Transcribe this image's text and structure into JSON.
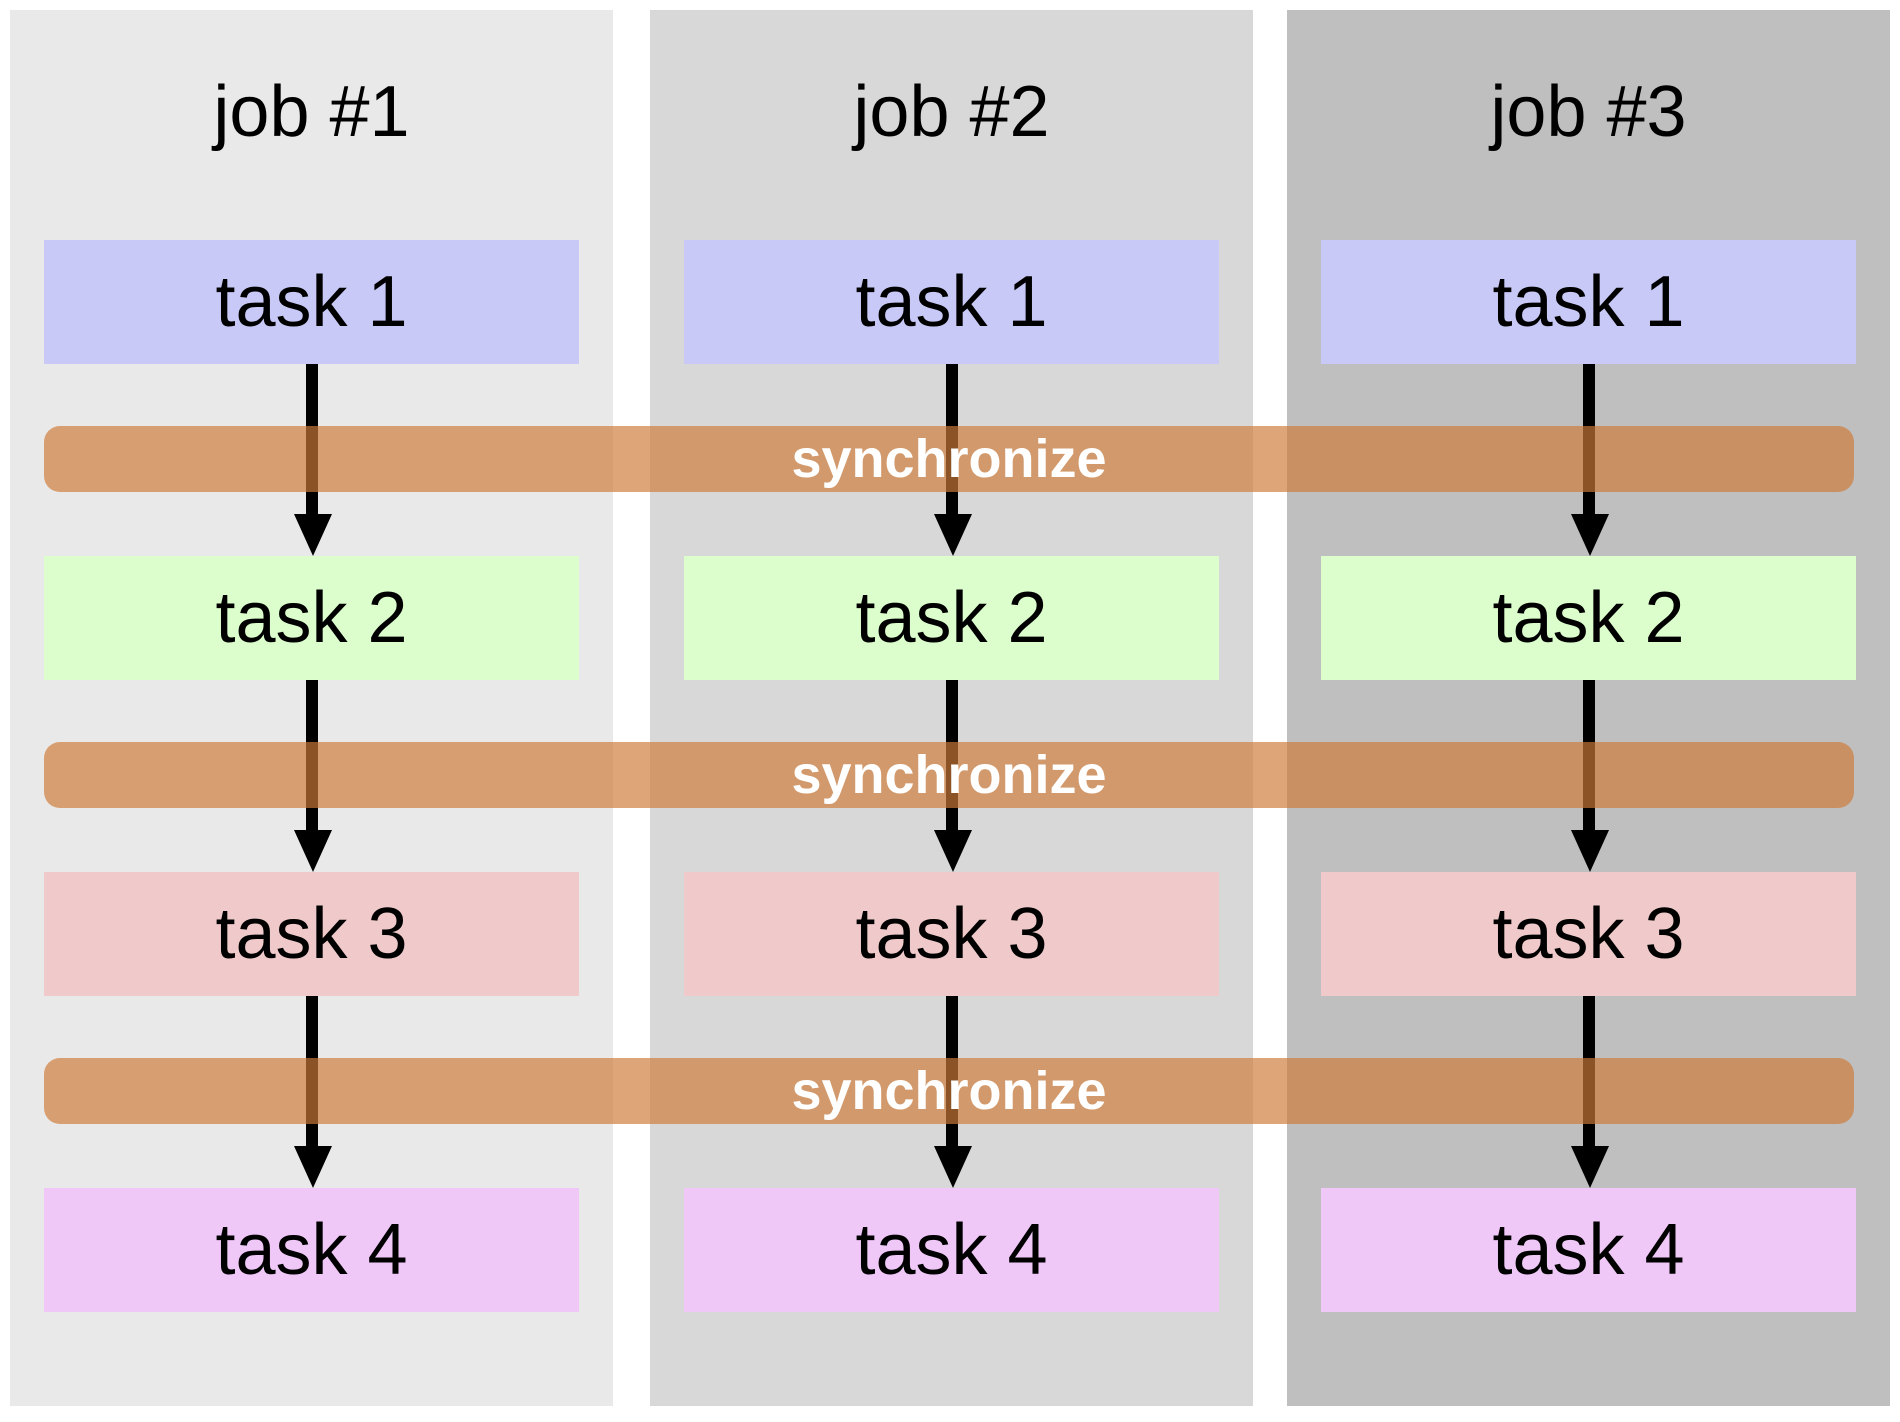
{
  "jobs": [
    {
      "label": "job #1",
      "tasks": [
        "task 1",
        "task 2",
        "task 3",
        "task 4"
      ]
    },
    {
      "label": "job #2",
      "tasks": [
        "task 1",
        "task 2",
        "task 3",
        "task 4"
      ]
    },
    {
      "label": "job #3",
      "tasks": [
        "task 1",
        "task 2",
        "task 3",
        "task 4"
      ]
    }
  ],
  "sync_labels": [
    "synchronize",
    "synchronize",
    "synchronize"
  ],
  "colors": {
    "column_backgrounds": [
      "#e9e9e9",
      "#d8d8d8",
      "#bfbfbf"
    ],
    "task_backgrounds": [
      "#c9c9f8",
      "#dcfdcc",
      "#f0caca",
      "#efc8f7"
    ],
    "sync_bar": "rgba(206,124,56,0.68)",
    "sync_text": "#ffffff",
    "arrow": "#000000",
    "text": "#000000"
  }
}
